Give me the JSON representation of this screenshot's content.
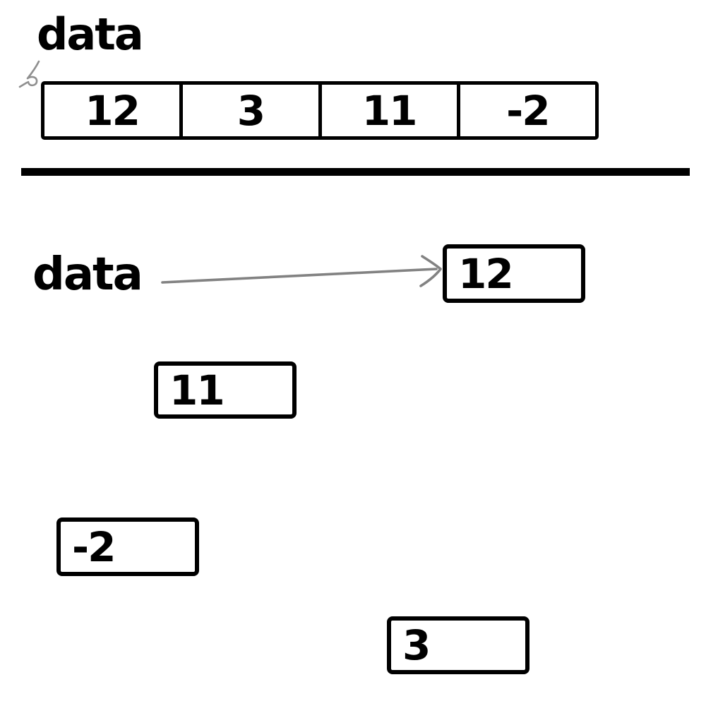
{
  "array_view": {
    "label": "data",
    "cells": [
      {
        "value": "12"
      },
      {
        "value": "3"
      },
      {
        "value": "11"
      },
      {
        "value": "-2"
      }
    ]
  },
  "pointer_view": {
    "label": "data",
    "pointer_target": "12",
    "boxes": [
      {
        "value": "12"
      },
      {
        "value": "11"
      },
      {
        "value": "-2"
      },
      {
        "value": "3"
      }
    ]
  },
  "icons": {
    "arrow": "right-arrow",
    "squiggle": "pen-squiggle"
  },
  "colors": {
    "ink": "#000000",
    "arrow_gray": "#828282",
    "squiggle_gray": "#8f8f8f",
    "background": "#ffffff"
  }
}
